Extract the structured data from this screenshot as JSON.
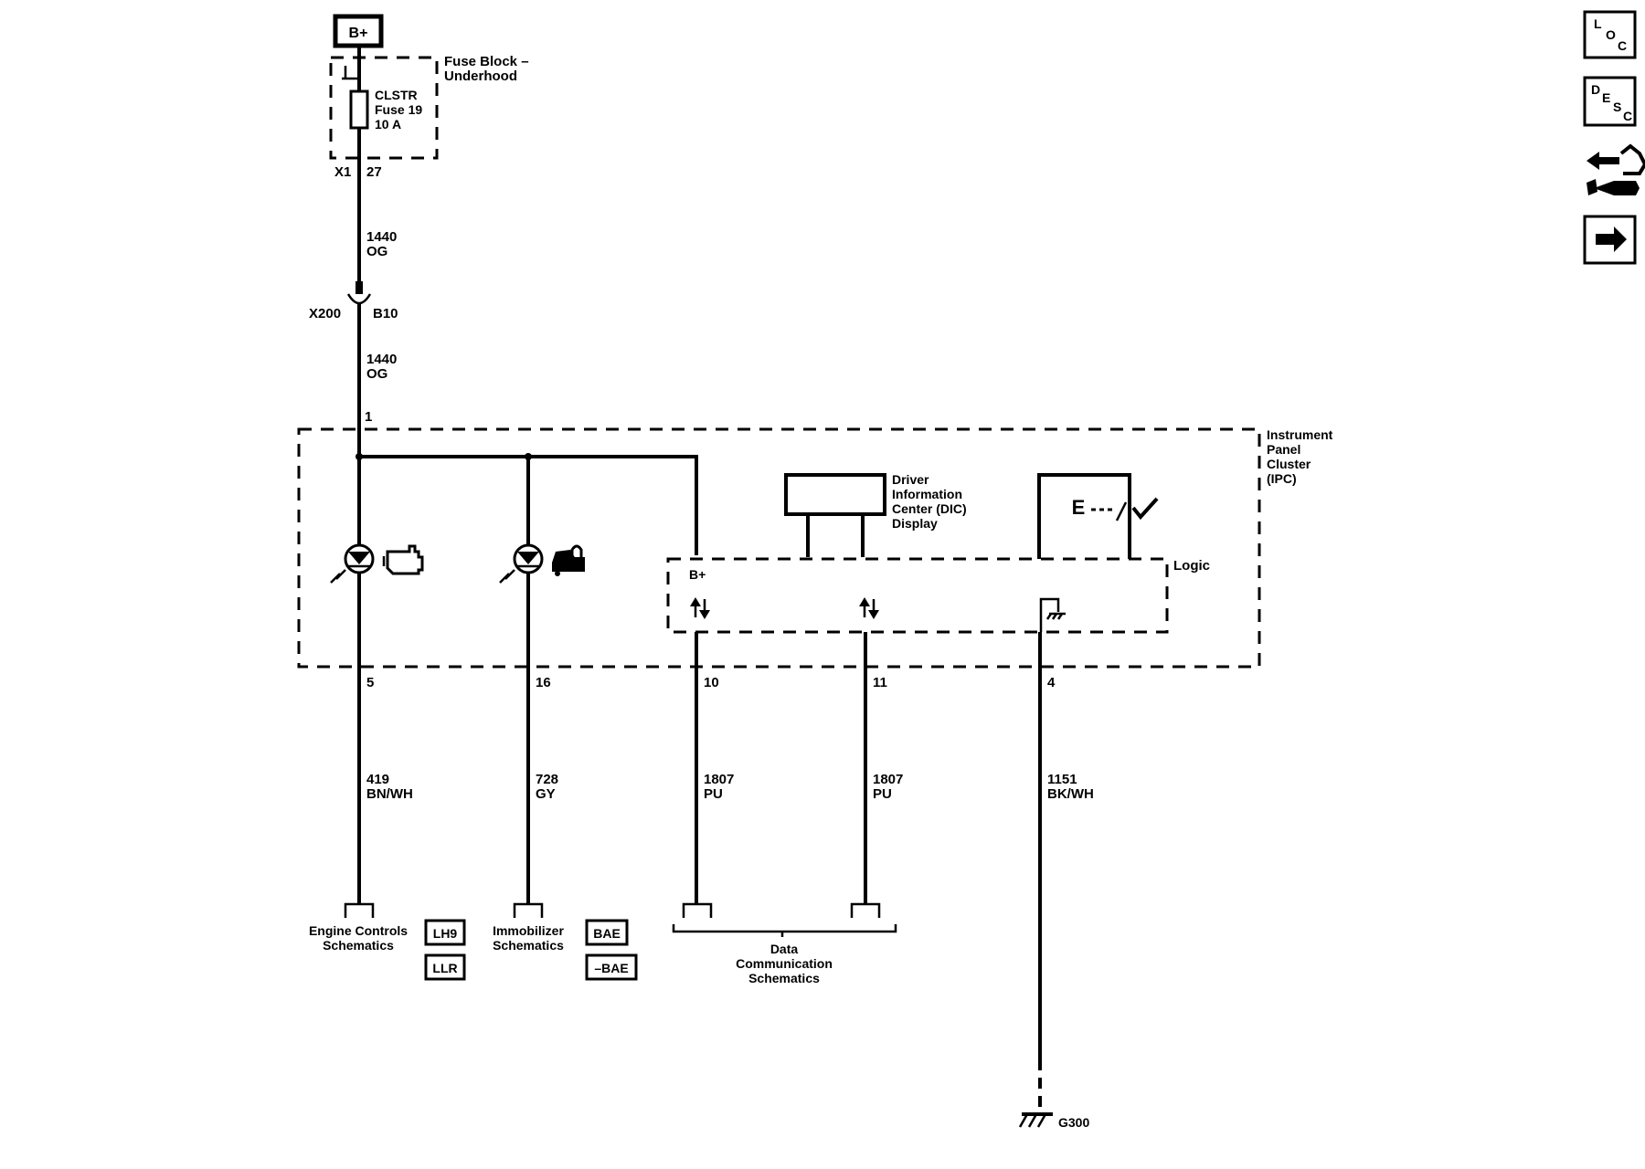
{
  "power_source": {
    "label": "B+"
  },
  "fuse_block": {
    "title_line1": "Fuse Block –",
    "title_line2": "Underhood",
    "fuse_name": "CLSTR",
    "fuse_number": "Fuse 19",
    "fuse_rating": "10 A",
    "connector": "X1",
    "pin": "27"
  },
  "feed_wire": {
    "circuit": "1440",
    "color": "OG"
  },
  "inline_connector": {
    "name": "X200",
    "pin": "B10"
  },
  "ipc": {
    "title_line1": "Instrument",
    "title_line2": "Panel",
    "title_line3": "Cluster",
    "title_line4": "(IPC)",
    "input_pin": "1",
    "logic_label": "Logic",
    "logic_bplus": "B+",
    "dic_line1": "Driver",
    "dic_line2": "Information",
    "dic_line3": "Center (DIC)",
    "dic_line4": "Display"
  },
  "circuits": [
    {
      "pin": "5",
      "circuit": "419",
      "color": "BN/WH"
    },
    {
      "pin": "16",
      "circuit": "728",
      "color": "GY"
    },
    {
      "pin": "10",
      "circuit": "1807",
      "color": "PU"
    },
    {
      "pin": "11",
      "circuit": "1807",
      "color": "PU"
    },
    {
      "pin": "4",
      "circuit": "1151",
      "color": "BK/WH"
    }
  ],
  "references": {
    "engine_line1": "Engine Controls",
    "engine_line2": "Schematics",
    "engine_opt1": "LH9",
    "engine_opt2": "LLR",
    "immobilizer_line1": "Immobilizer",
    "immobilizer_line2": "Schematics",
    "immobilizer_opt1": "BAE",
    "immobilizer_opt2": "–BAE",
    "data_line1": "Data",
    "data_line2": "Communication",
    "data_line3": "Schematics"
  },
  "ground": {
    "label": "G300"
  },
  "side_nav": {
    "loc": [
      "L",
      "O",
      "C"
    ],
    "desc": [
      "D",
      "E",
      "S",
      "C"
    ]
  }
}
